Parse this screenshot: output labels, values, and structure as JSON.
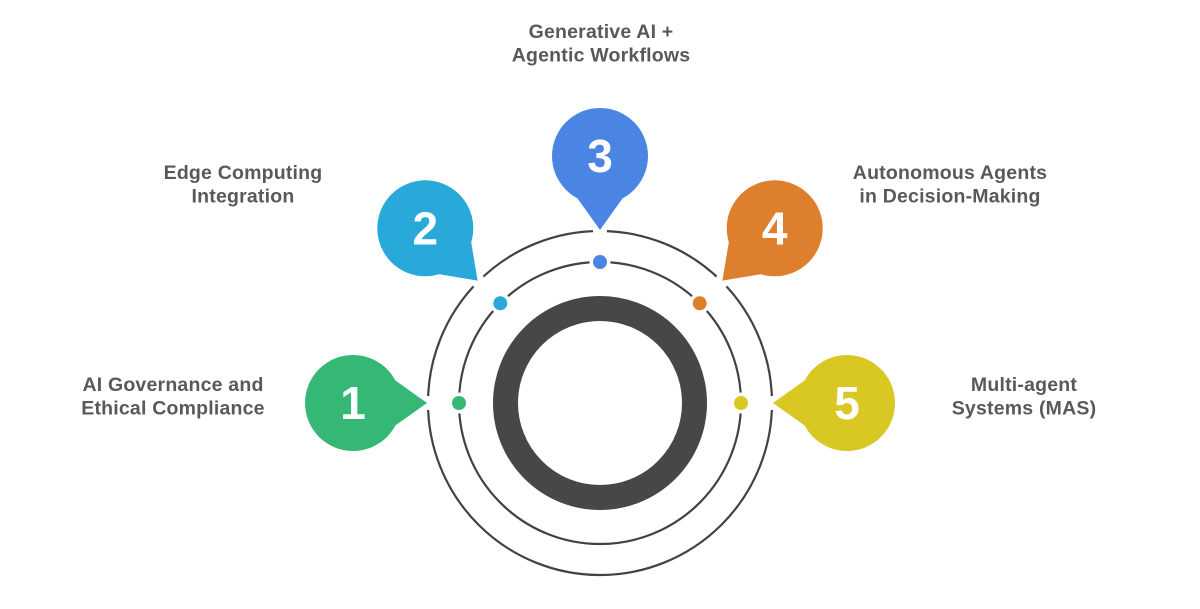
{
  "palette": {
    "background": "#ffffff",
    "line_color": "#424242",
    "ring_color": "#474747",
    "label_color": "#58595b",
    "number_color": "#ffffff"
  },
  "items": [
    {
      "number": "1",
      "color": "#35b876",
      "label_lines": [
        "AI Governance and",
        "Ethical Compliance"
      ]
    },
    {
      "number": "2",
      "color": "#28a9da",
      "label_lines": [
        "Edge Computing",
        "Integration"
      ]
    },
    {
      "number": "3",
      "color": "#4a85e4",
      "label_lines": [
        "Generative AI +",
        "Agentic Workflows"
      ]
    },
    {
      "number": "4",
      "color": "#de7f2d",
      "label_lines": [
        "Autonomous Agents",
        "in Decision-Making"
      ]
    },
    {
      "number": "5",
      "color": "#d9c723",
      "label_lines": [
        "Multi-agent",
        "Systems (MAS)"
      ]
    }
  ]
}
